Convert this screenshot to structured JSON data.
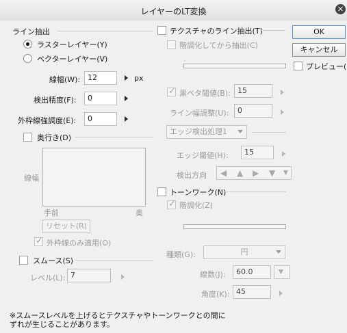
{
  "title": "レイヤーのLT変換",
  "close_symbol": "✕",
  "line_extract": {
    "header": "ライン抽出",
    "raster": "ラスターレイヤー(Y)",
    "vector": "ベクターレイヤー(V)",
    "line_width_label": "線幅(W):",
    "line_width_value": "12",
    "line_width_unit": "px",
    "detect_precision_label": "検出精度(F):",
    "detect_precision_value": "0",
    "outline_strength_label": "外枠線強調度(E):",
    "outline_strength_value": "0"
  },
  "depth": {
    "label": "奥行き(D)",
    "graph_ylabel": "線幅",
    "near": "手前",
    "far": "奥",
    "reset": "リセット(R)",
    "outline_only": "外枠線のみ適用(O)"
  },
  "smooth": {
    "label": "スムース(S)",
    "level_label": "レベル(L):",
    "level_value": "7"
  },
  "note_line1": "※スムースレベルを上げるとテクスチャやトーンワークとの間に",
  "note_line2": "ずれが生じることがあります。",
  "texture": {
    "label": "テクスチャのライン抽出(T)",
    "gradate_then_extract": "階調化してから抽出(C)",
    "black_threshold_label": "黒ベタ閾値(B):",
    "black_threshold_value": "15",
    "line_width_adjust_label": "ライン幅調整(U):",
    "line_width_adjust_value": "0",
    "edge_process": "エッジ検出処理1",
    "edge_threshold_label": "エッジ閾値(H):",
    "edge_threshold_value": "15",
    "direction_label": "検出方向"
  },
  "tonework": {
    "label": "トーンワーク(N)",
    "gradate": "階調化(Z)",
    "type_label": "種類(G):",
    "type_value": "円",
    "lines_label": "線数(J):",
    "lines_value": "60.0",
    "angle_label": "角度(K):",
    "angle_value": "45"
  },
  "buttons": {
    "ok": "OK",
    "cancel": "キャンセル",
    "preview": "プレビュー(P)"
  }
}
